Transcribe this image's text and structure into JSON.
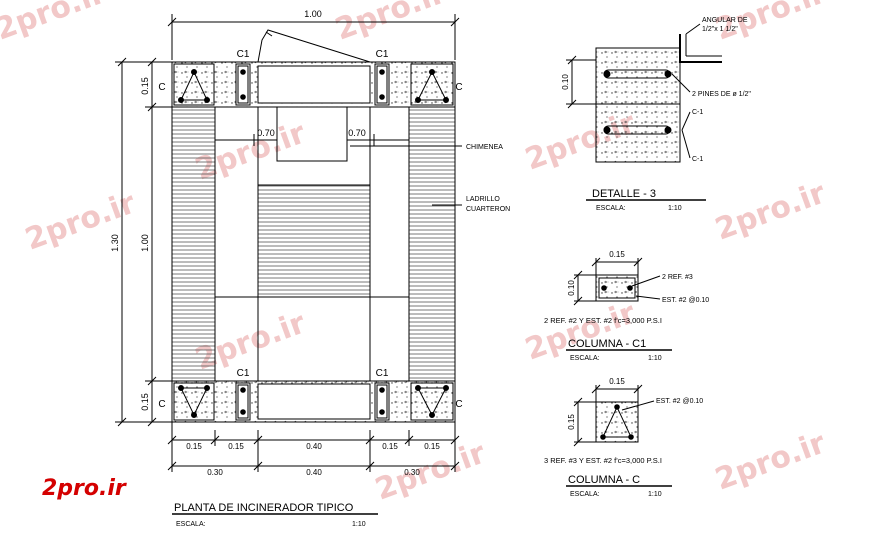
{
  "watermark": {
    "text": "2pro.ir"
  },
  "logo": {
    "text": "2pro.ir",
    "color": "#d40000"
  },
  "colors": {
    "line": "#000000",
    "hatch": "#444444",
    "watermark": "#f2c8c8"
  },
  "plan": {
    "title": "PLANTA DE INCINERADOR TIPICO",
    "scale_label": "ESCALA:",
    "scale_value": "1:10",
    "dims": {
      "top_total": "1.00",
      "left_total": "1.30",
      "left_inner": "1.00",
      "left_top": "0.15",
      "left_bottom": "0.15",
      "inner_left": "0.70",
      "inner_right": "0.70",
      "bottom_row1": [
        "0.15",
        "0.15",
        "0.40",
        "0.15",
        "0.15"
      ],
      "bottom_row2": [
        "0.30",
        "0.40",
        "0.30"
      ]
    },
    "column_labels": {
      "c1_top_left": "C1",
      "c1_top_right": "C1",
      "c1_bottom_left": "C1",
      "c1_bottom_right": "C1",
      "c_top_left": "C",
      "c_top_right": "C",
      "c_bottom_left": "C",
      "c_bottom_right": "C"
    },
    "annotations": {
      "chimenea": "CHIMENEA",
      "ladrillo_1": "LADRILLO",
      "ladrillo_2": "CUARTERON"
    }
  },
  "detail3": {
    "title": "DETALLE - 3",
    "scale_label": "ESCALA:",
    "scale_value": "1:10",
    "dim": "0.10",
    "angular_1": "ANGULAR DE",
    "angular_2": "1/2\"x 1 1/2\"",
    "pines": "2 PINES DE ø 1/2\"",
    "c1_a": "C-1",
    "c1_b": "C-1"
  },
  "columna_c1": {
    "title": "COLUMNA - C1",
    "scale_label": "ESCALA:",
    "scale_value": "1:10",
    "dim_w": "0.15",
    "dim_h": "0.10",
    "ref": "2 REF. #3",
    "est": "EST. #2 @0.10",
    "spec": "2 REF. #2 Y EST. #2 f'c=3,000 P.S.I"
  },
  "columna_c": {
    "title": "COLUMNA - C",
    "scale_label": "ESCALA:",
    "scale_value": "1:10",
    "dim_w": "0.15",
    "dim_h": "0.15",
    "est": "EST. #2 @0.10",
    "spec": "3 REF. #3 Y EST. #2 f'c=3,000 P.S.I"
  }
}
